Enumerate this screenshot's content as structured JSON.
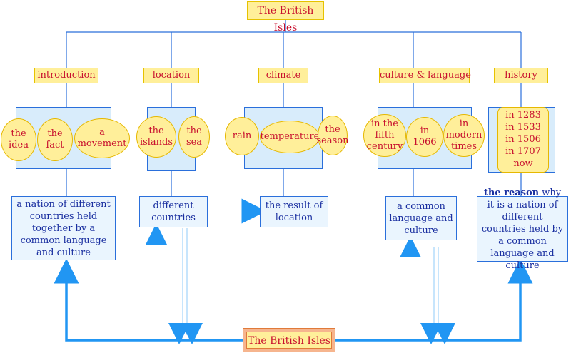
{
  "title": "The British Isles",
  "bottom_label": "The British Isles",
  "columns": [
    {
      "label": "introduction",
      "ovals": [
        "the\nidea",
        "the\nfact",
        "a\nmovement"
      ],
      "result": "a nation of different countries held together by a common language and culture"
    },
    {
      "label": "location",
      "ovals": [
        "the\nislands",
        "the\nsea"
      ],
      "result": "different countries"
    },
    {
      "label": "climate",
      "ovals": [
        "rain",
        "temperature",
        "the\nseason"
      ],
      "result": "the result of location"
    },
    {
      "label": "culture & language",
      "ovals": [
        "in the\nfifth\ncentury",
        "in\n1066",
        "in\nmodern\ntimes"
      ],
      "result": "a common language and culture"
    },
    {
      "label": "history",
      "dates": [
        "in 1283",
        "in 1533",
        "in 1506",
        "in 1707",
        "now"
      ],
      "result_strong": "the reason",
      "result_rest": " why it is a nation of different countries held by a common language and culture"
    }
  ],
  "colors": {
    "line": "#2a6fdb",
    "arrow": "#2196f3",
    "label_bg": "#ffef9a",
    "label_text": "#c8102e",
    "result_text": "#1a2fa0"
  }
}
